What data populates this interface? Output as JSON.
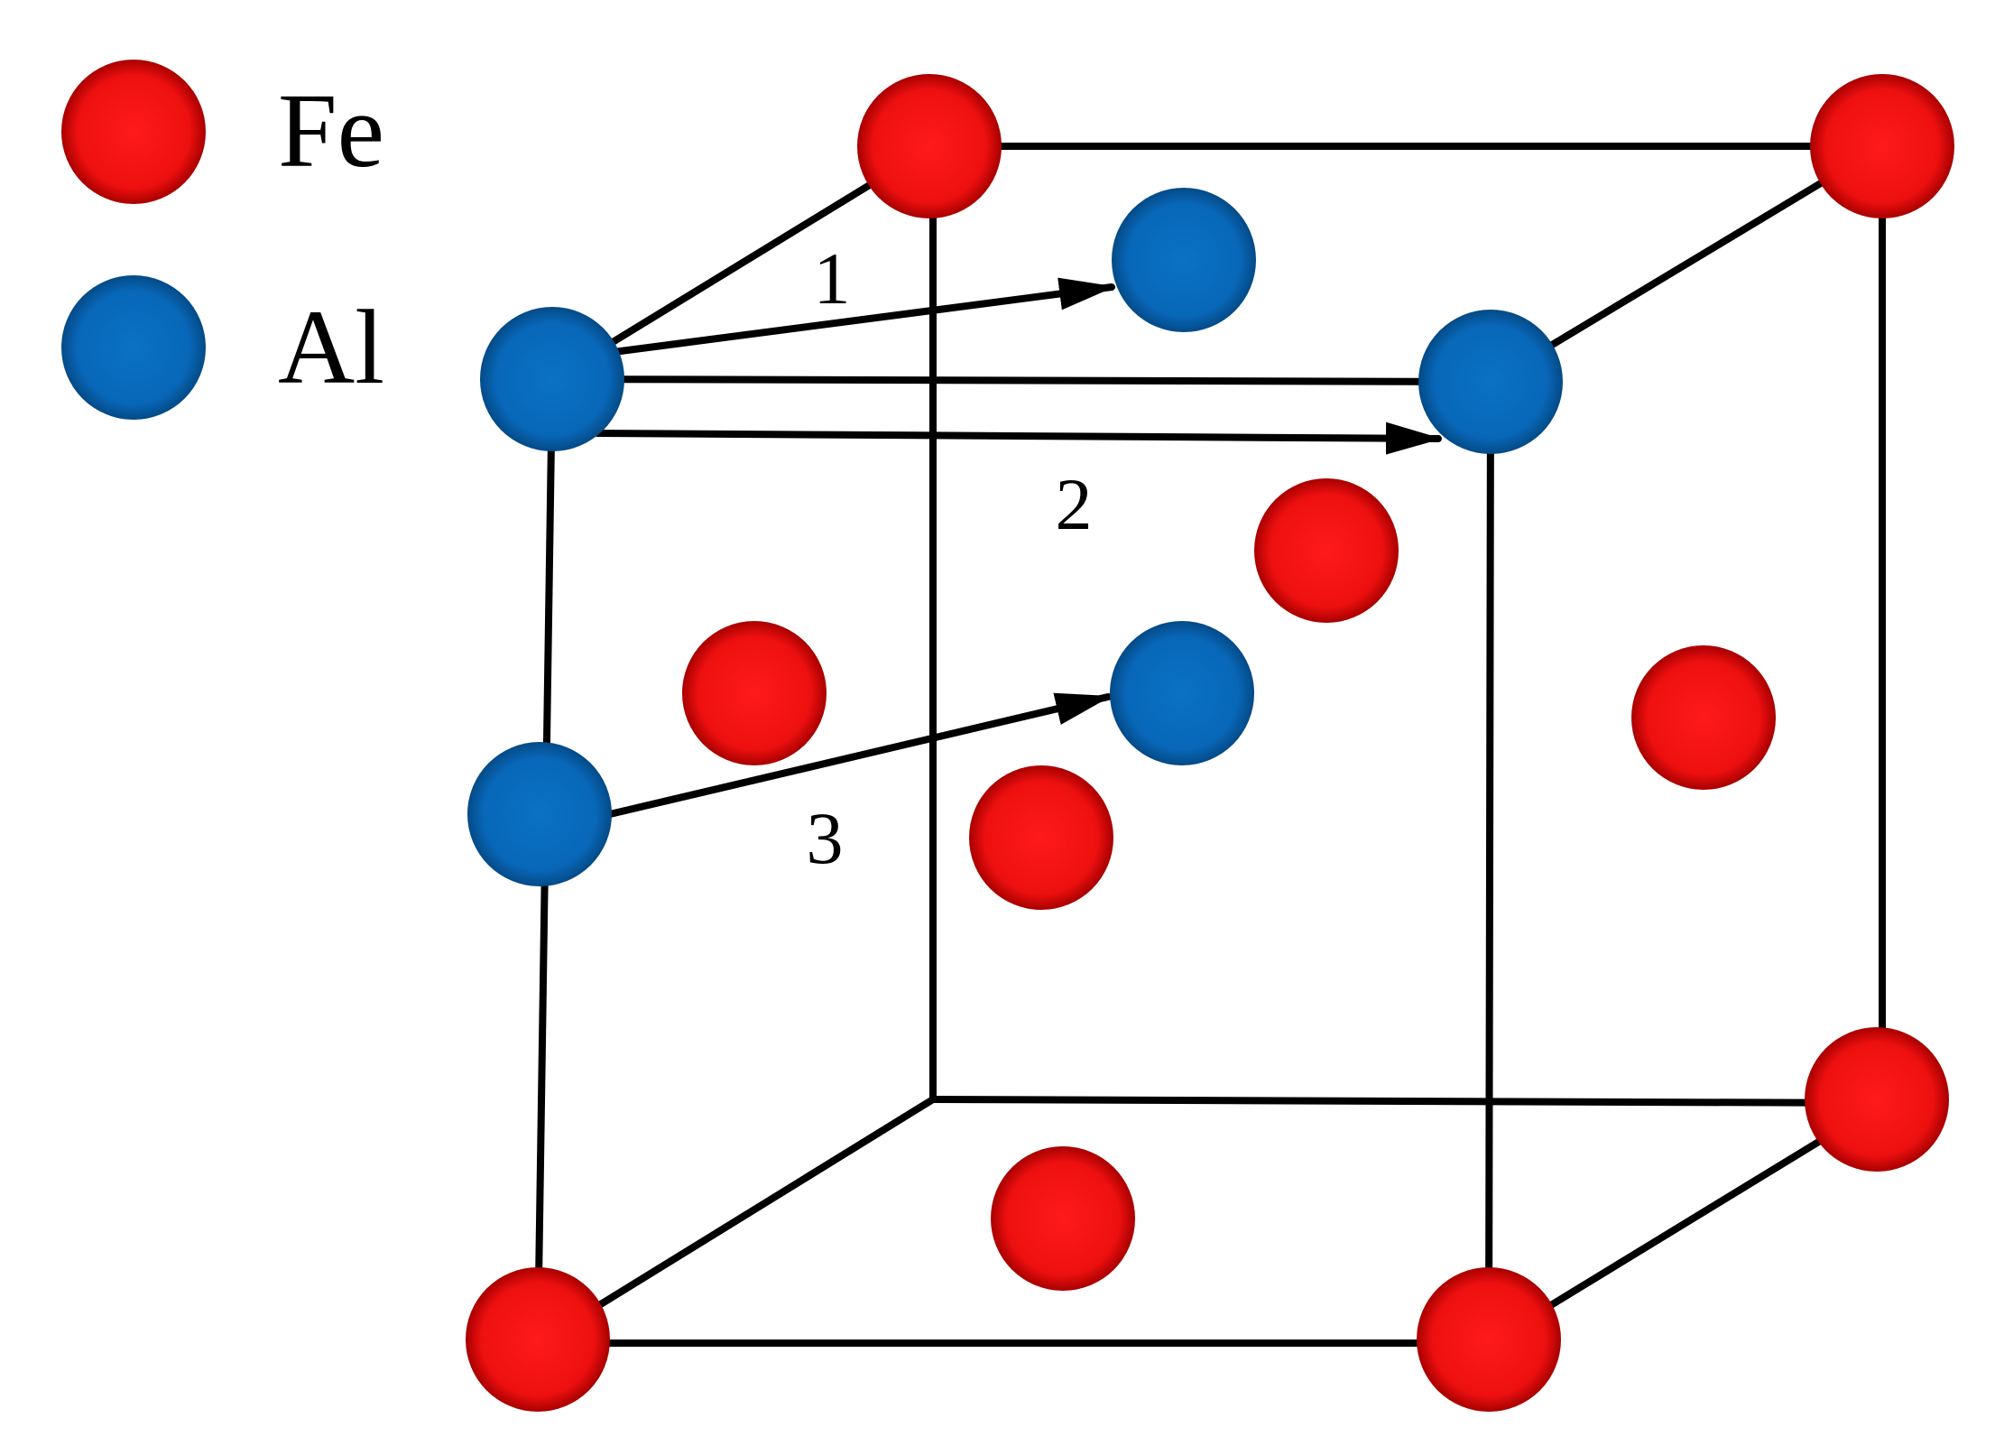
{
  "legend": {
    "fe_label": "Fe",
    "al_label": "Al"
  },
  "atoms": {
    "fe_color": "#ee1111",
    "al_color": "#0a6cbc"
  },
  "jump_paths": {
    "path_1_label": "1",
    "path_2_label": "2",
    "path_3_label": "3"
  }
}
